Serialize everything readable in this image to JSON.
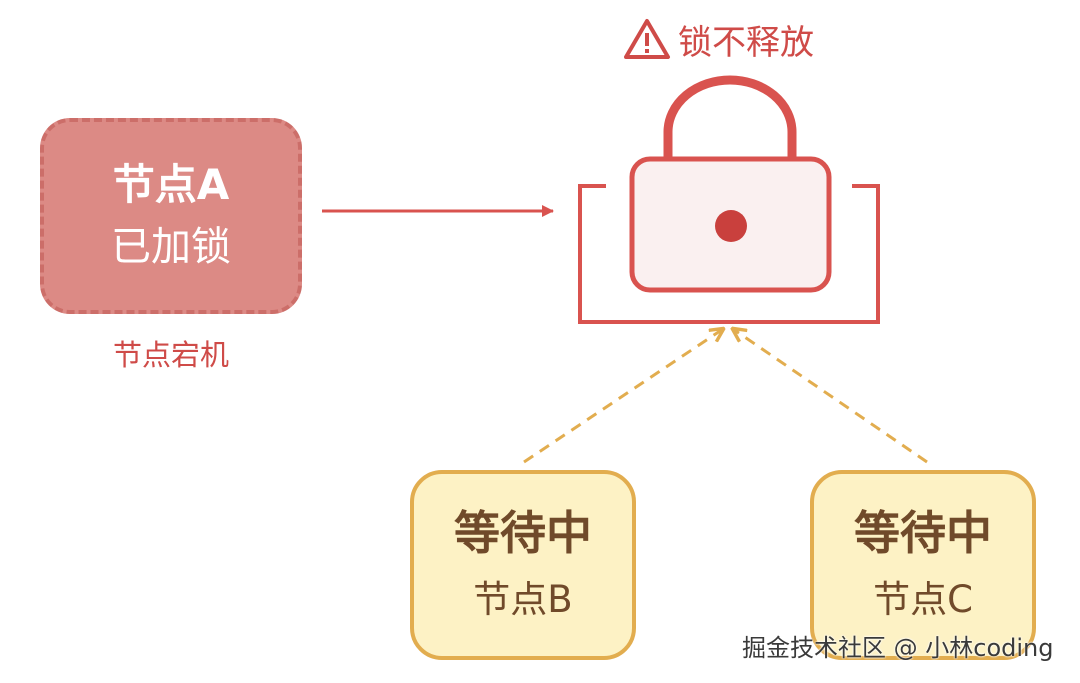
{
  "warning": {
    "icon": "warning-icon",
    "label": "锁不释放"
  },
  "node_a": {
    "title": "节点A",
    "status": "已加锁",
    "caption": "节点宕机"
  },
  "waiting_nodes": [
    {
      "status": "等待中",
      "name": "节点B"
    },
    {
      "status": "等待中",
      "name": "节点C"
    }
  ],
  "lock": {
    "icon": "lock-icon"
  },
  "watermark": "掘金技术社区 @ 小林coding",
  "colors": {
    "red": "#d9534f",
    "node_a_fill": "#dc8a85",
    "node_a_border": "#cc6e69",
    "wait_fill": "#fdf2c5",
    "wait_border": "#e2ad4f",
    "wait_text": "#704a2a",
    "lock_fill": "#faf0f0"
  }
}
